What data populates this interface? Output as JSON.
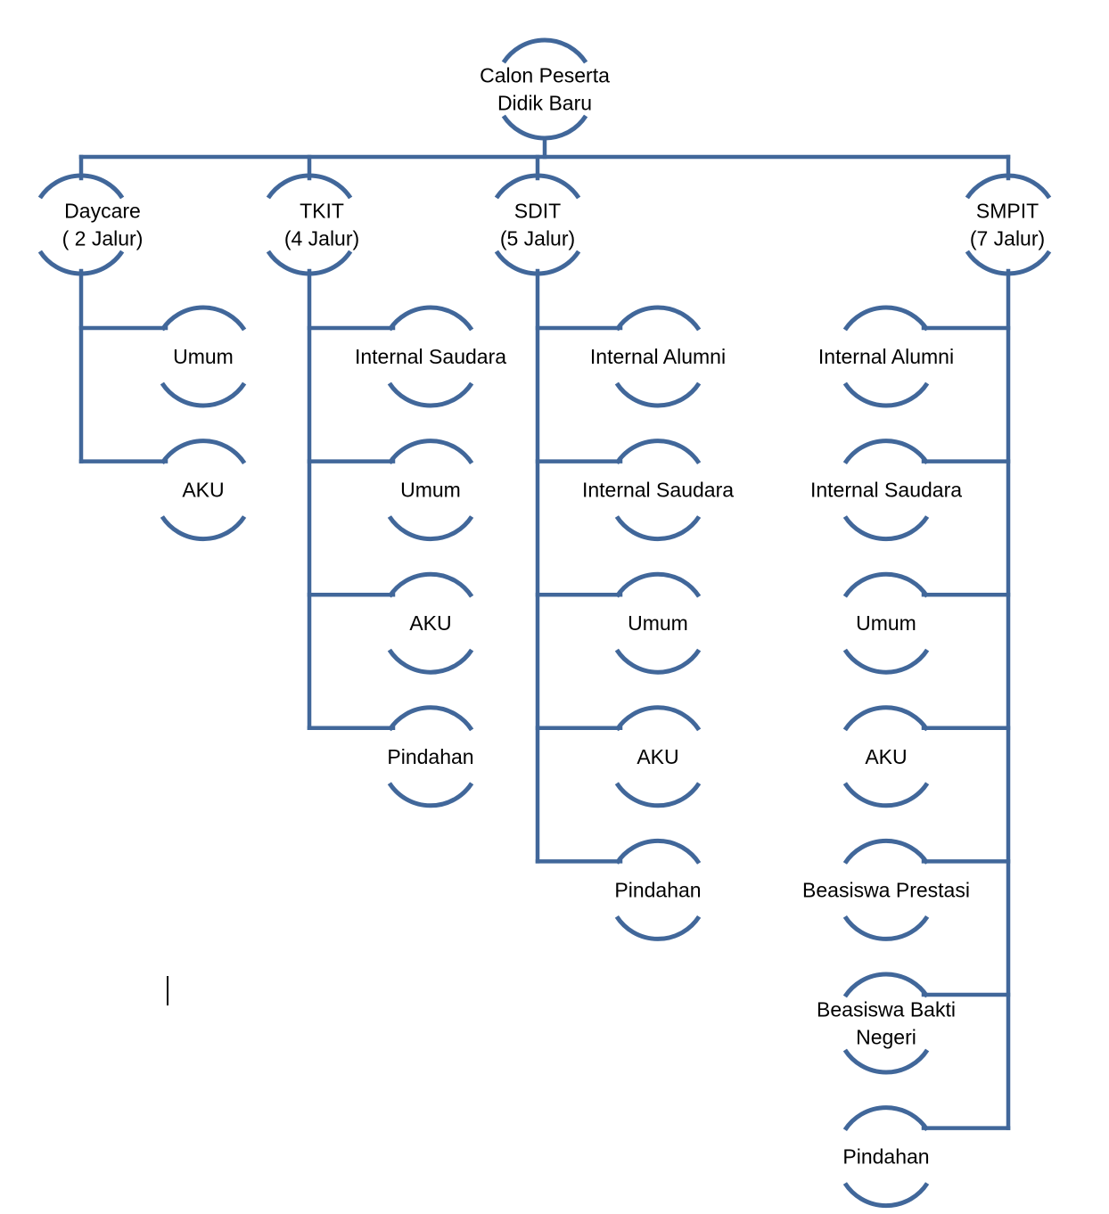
{
  "diagram": {
    "title": "Alur Jalur Pendaftaran Calon Peserta Didik Baru",
    "colors": {
      "line": "#41679A",
      "text": "#000000",
      "background": "#ffffff"
    },
    "root": {
      "id": "root",
      "lines": [
        "Calon Peserta",
        "Didik Baru"
      ]
    },
    "branches": [
      {
        "id": "daycare",
        "lines": [
          "Daycare",
          "( 2 Jalur)"
        ],
        "children_side": "right",
        "children": [
          {
            "lines": [
              "Umum"
            ]
          },
          {
            "lines": [
              "AKU"
            ]
          }
        ]
      },
      {
        "id": "tkit",
        "lines": [
          "TKIT",
          "(4 Jalur)"
        ],
        "children_side": "right",
        "children": [
          {
            "lines": [
              "Internal Saudara"
            ]
          },
          {
            "lines": [
              "Umum"
            ]
          },
          {
            "lines": [
              "AKU"
            ]
          },
          {
            "lines": [
              "Pindahan"
            ]
          }
        ]
      },
      {
        "id": "sdit",
        "lines": [
          "SDIT",
          "(5 Jalur)"
        ],
        "children_side": "right",
        "children": [
          {
            "lines": [
              "Internal Alumni"
            ]
          },
          {
            "lines": [
              "Internal Saudara"
            ]
          },
          {
            "lines": [
              "Umum"
            ]
          },
          {
            "lines": [
              "AKU"
            ]
          },
          {
            "lines": [
              "Pindahan"
            ]
          }
        ]
      },
      {
        "id": "smpit",
        "lines": [
          "SMPIT",
          "(7 Jalur)"
        ],
        "children_side": "left",
        "children": [
          {
            "lines": [
              "Internal Alumni"
            ]
          },
          {
            "lines": [
              "Internal Saudara"
            ]
          },
          {
            "lines": [
              "Umum"
            ]
          },
          {
            "lines": [
              "AKU"
            ]
          },
          {
            "lines": [
              "Beasiswa Prestasi"
            ]
          },
          {
            "lines": [
              "Beasiswa Bakti",
              "Negeri"
            ]
          },
          {
            "lines": [
              "Pindahan"
            ]
          }
        ]
      }
    ]
  },
  "text_cursor": {
    "visible": true
  }
}
